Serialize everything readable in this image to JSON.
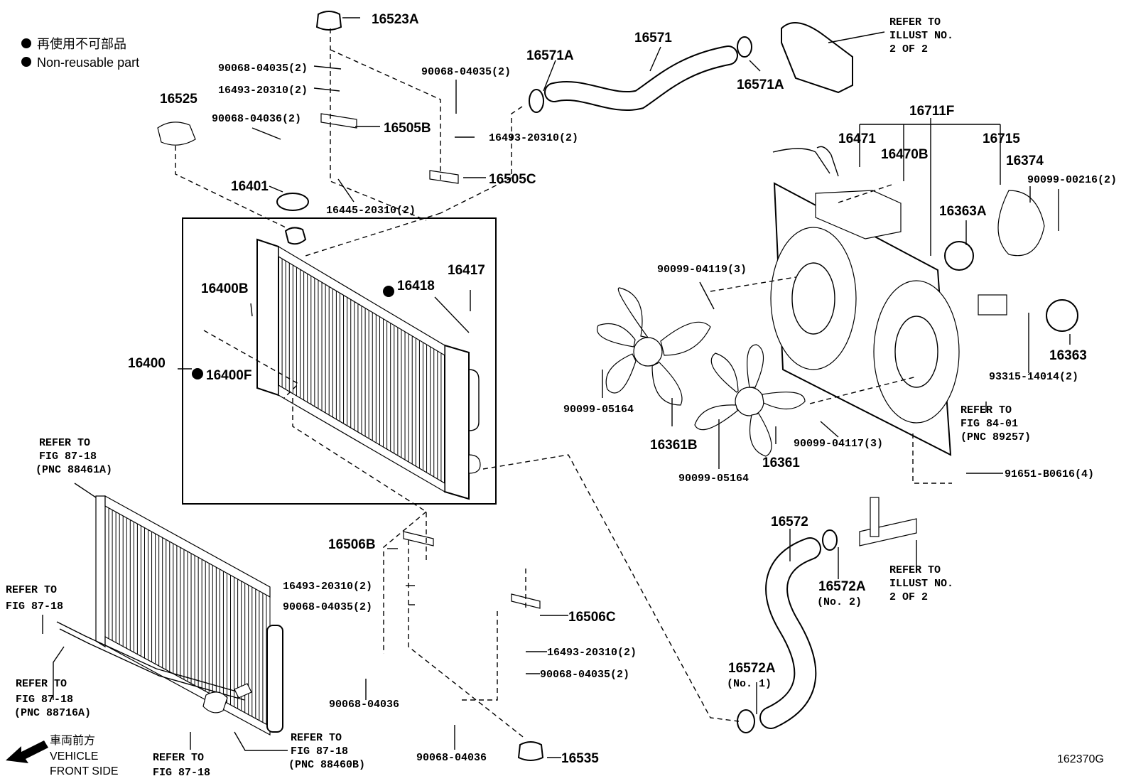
{
  "legend": {
    "jp": "再使用不可部品",
    "en": "Non-reusable part"
  },
  "labels": {
    "p16523A": "16523A",
    "p90068_04035_a": "90068-04035(2)",
    "p16493_20310_a": "16493-20310(2)",
    "p90068_04036_a": "90068-04036(2)",
    "p16505B": "16505B",
    "p16525": "16525",
    "p16401": "16401",
    "p16445": "16445-20310(2)",
    "p90068_04035_b": "90068-04035(2)",
    "p16493_20310_b": "16493-20310(2)",
    "p16505C": "16505C",
    "p16571A_a": "16571A",
    "p16571": "16571",
    "p16571A_b": "16571A",
    "p16711F": "16711F",
    "p16471": "16471",
    "p16470B": "16470B",
    "p16715": "16715",
    "p16374": "16374",
    "p90099_00216": "90099-00216(2)",
    "p16363A": "16363A",
    "p16417": "16417",
    "p16418": "16418",
    "p16400B": "16400B",
    "p16400": "16400",
    "p16400F": "16400F",
    "p90099_04119": "90099-04119(3)",
    "p93315": "93315-14014(2)",
    "p16363": "16363",
    "p90099_05164_a": "90099-05164",
    "p16361B": "16361B",
    "p90099_05164_b": "90099-05164",
    "p16361": "16361",
    "p90099_04117": "90099-04117(3)",
    "p91651": "91651-B0616(4)",
    "p16506B": "16506B",
    "p16493_20310_c": "16493-20310(2)",
    "p90068_04035_c": "90068-04035(2)",
    "p90068_04036_b": "90068-04036",
    "p16506C": "16506C",
    "p16493_20310_d": "16493-20310(2)",
    "p90068_04035_d": "90068-04035(2)",
    "p90068_04036_c": "90068-04036",
    "p16535": "16535",
    "p16572": "16572",
    "p16572A_a": "16572A",
    "p16572A_a_sub": "(No. 2)",
    "p16572A_b": "16572A",
    "p16572A_b_sub": "(No. 1)"
  },
  "refs": {
    "illust_top": [
      "REFER TO",
      "ILLUST NO.",
      "2 OF 2"
    ],
    "illust_bottom": [
      "REFER TO",
      "ILLUST NO.",
      "2 OF 2"
    ],
    "fig84": [
      "REFER TO",
      "FIG 84-01",
      "(PNC 89257)"
    ],
    "fig87_a": [
      "REFER TO",
      "FIG 87-18",
      "(PNC 88461A)"
    ],
    "fig87_b": [
      "REFER TO",
      "FIG 87-18"
    ],
    "fig87_c": [
      "REFER TO",
      "FIG 87-18",
      "(PNC 88716A)"
    ],
    "fig87_d": [
      "REFER TO",
      "FIG 87-18"
    ],
    "fig87_e": [
      "REFER TO",
      "FIG 87-18",
      "(PNC 88460B)"
    ]
  },
  "vehicle": {
    "jp": "車両前方",
    "en1": "VEHICLE",
    "en2": "FRONT SIDE"
  },
  "diagram_code": "162370G"
}
